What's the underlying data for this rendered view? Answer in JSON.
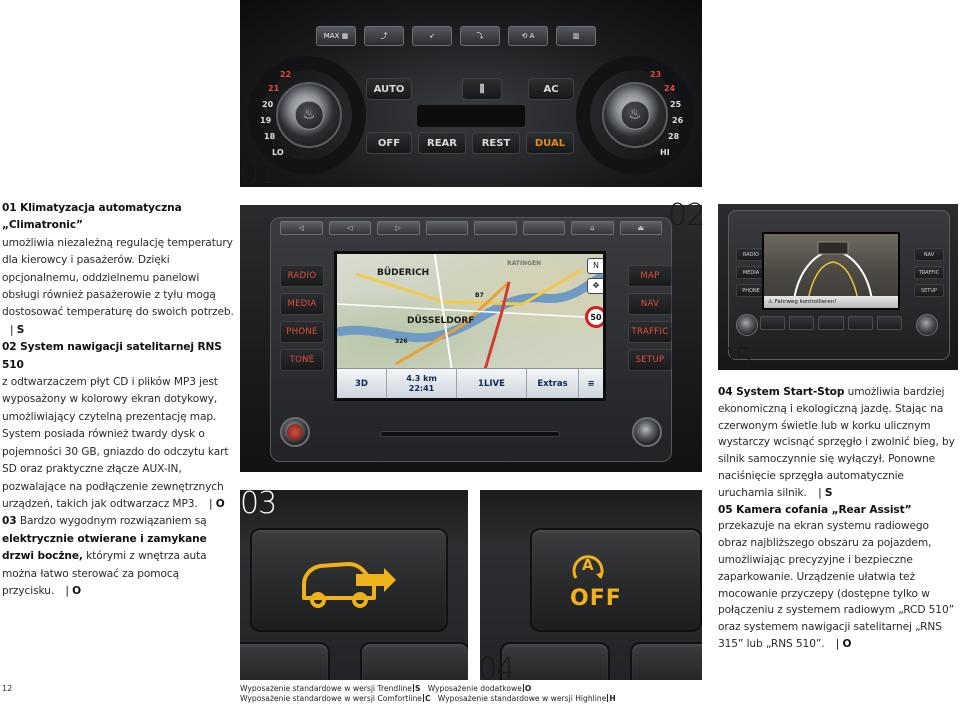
{
  "left_text": {
    "s01_heading": "01 Klimatyzacja automatyczna „Climatronic”",
    "s01_body": "umożliwia niezależną regulację temperatury dla kierowcy i pasażerów. Dzięki opcjonalnemu, oddzielnemu panelowi obsługi również pasażerowie z tyłu mogą dostosować temperaturę do swoich potrzeb.",
    "s01_marker": "S",
    "s02_heading": "02 System nawigacji satelitarnej RNS 510",
    "s02_body": "z odtwarzaczem płyt CD i plików MP3 jest wyposażony w kolorowy ekran dotykowy, umożliwiający czytelną prezentację map. System posiada również twardy dysk o pojemności 30 GB, gniazdo do odczytu kart SD oraz praktyczne złącze AUX-IN, pozwalające na podłączenie zewnętrznych urządzeń, takich jak odtwarzacz MP3.",
    "s02_marker": "O",
    "s03_lead": "03",
    "s03_body_a": "Bardzo wygodnym rozwiązaniem są",
    "s03_bold": "elektrycznie otwierane i zamykane drzwi bocżne,",
    "s03_body_b": "którymi z wnętrza auta można łatwo sterować za pomocą przycisku.",
    "s03_marker": "O"
  },
  "right_text": {
    "s04_heading": "04 System Start-Stop",
    "s04_body": "umożliwia bardziej ekonomiczną i ekologiczną jazdę. Stając na czerwonym świetle lub w korku ulicznym wystarczy wcisnąć sprzęgło i zwolnić bieg, by silnik samoczynnie się wyłączył. Ponowne naciśnięcie sprzęgła automatycznie uruchamia silnik.",
    "s04_marker": "S",
    "s05_heading": "05 Kamera cofania „Rear Assist”",
    "s05_body": "przekazuje na ekran systemu radiowego obraz najbliższego obszaru za pojazdem, umożliwiając precyzyjne i bezpieczne zaparkowanie. Urządzenie ułatwia też mocowanie przyczepy (dostępne tylko w połączeniu z systemem radiowym „RCD 510” oraz systemem nawigacji satelitarnej „RNS 315” lub „RNS 510”.",
    "s05_marker": "O"
  },
  "photo_labels": {
    "p01": "01",
    "p02": "02",
    "p03": "03",
    "p04": "04",
    "p05": "05"
  },
  "climate_panel": {
    "top_buttons": [
      "MAX",
      "",
      "",
      "",
      "A",
      ""
    ],
    "auto": "AUTO",
    "ac": "AC",
    "off": "OFF",
    "rear": "REAR",
    "rest": "REST",
    "dual": "DUAL",
    "temps_left": [
      "22",
      "21",
      "20",
      "19",
      "18",
      "LO"
    ],
    "temps_right": [
      "23",
      "24",
      "25",
      "26",
      "28",
      "HI"
    ],
    "seat_icon": "seat-heating-icon"
  },
  "radio": {
    "left_buttons": [
      "RADIO",
      "MEDIA",
      "PHONE",
      "TONE"
    ],
    "right_buttons": [
      "MAP",
      "NAV",
      "TRAFFIC",
      "SETUP"
    ],
    "map_cities": [
      "BÜDERICH",
      "DÜSSELDORF",
      "RATINGEN"
    ],
    "map_small_labels": [
      "326",
      "B7"
    ],
    "speed_limit": "50",
    "compass": "N",
    "bar_mode": "3D",
    "bar_distance": "4.3 km",
    "bar_time": "22:41",
    "bar_station": "1LIVE",
    "bar_extras": "Extras",
    "accent_color": "#e0513a"
  },
  "rvc": {
    "left_buttons": [
      "RADIO",
      "MEDIA",
      "PHONE"
    ],
    "right_buttons": [
      "NAV",
      "TRAFFIC",
      "SETUP"
    ],
    "warning": "Fahrweg kontrollieren!"
  },
  "asoff": {
    "letter": "A",
    "label": "OFF",
    "accent_color": "#f0b21a"
  },
  "footer": {
    "page_number": "12",
    "row1_a": "Wyposażenie standardowe w wersji Trendline",
    "row1_a_code": "S",
    "row1_b": "Wyposażenie dodatkowe",
    "row1_b_code": "O",
    "row2_a": "Wyposażenie standardowe w wersji Comfortline",
    "row2_a_code": "C",
    "row2_b": "Wyposażenie standardowe w wersji Highline",
    "row2_b_code": "H"
  }
}
